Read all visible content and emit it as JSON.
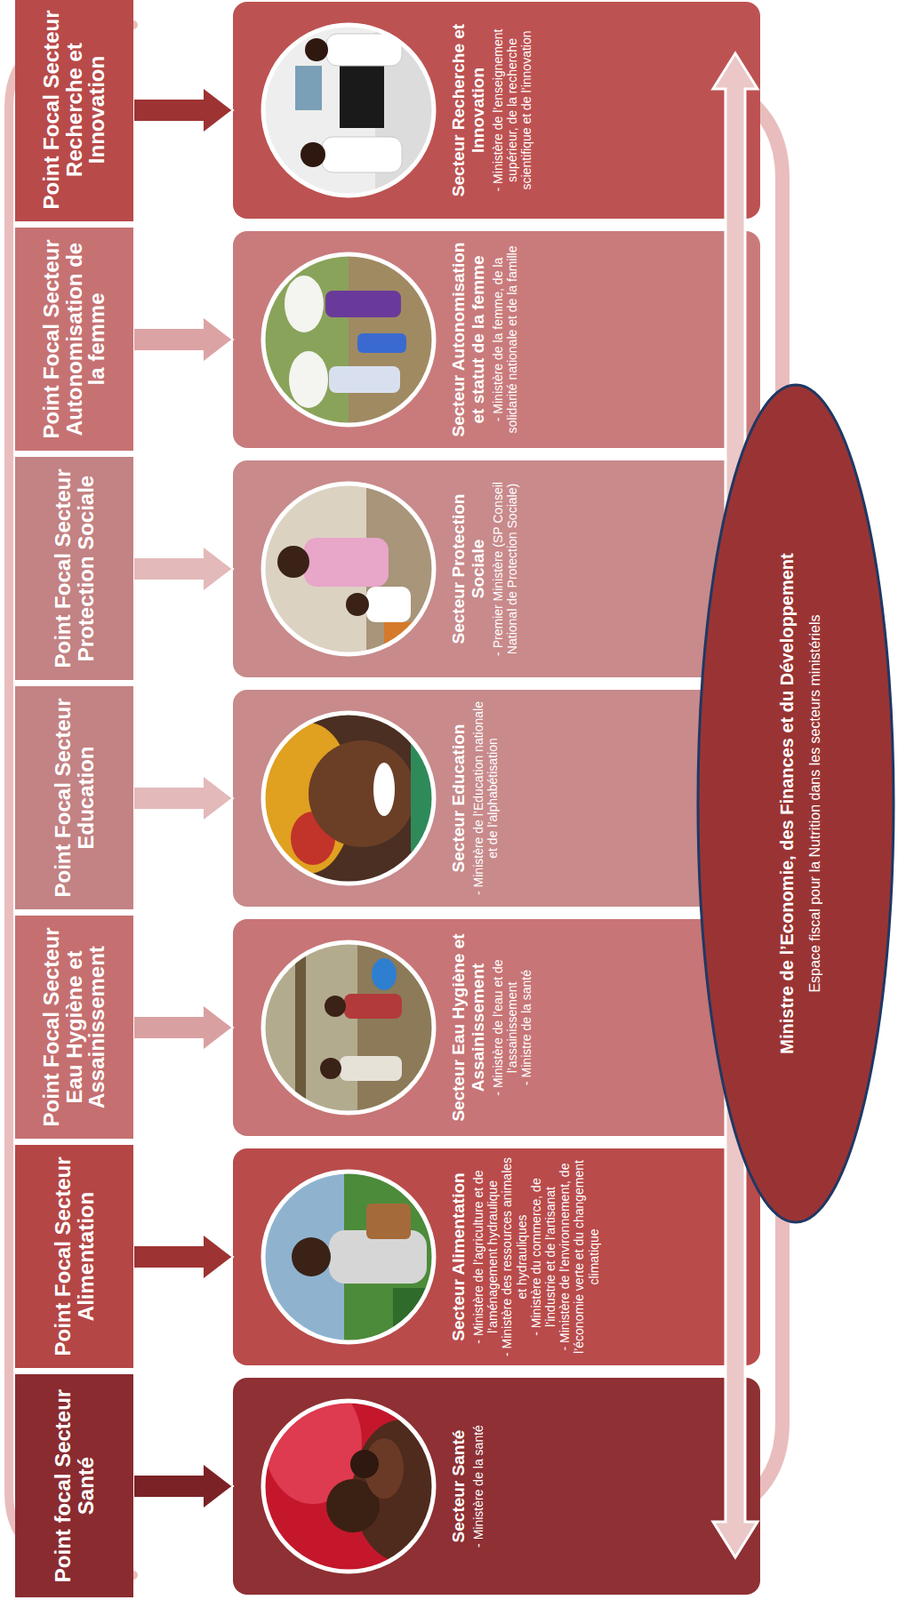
{
  "diagram": {
    "nodes": [
      {
        "text": [
          "Point focal Secteur Santé"
        ]
      },
      {
        "text": [
          "Point Focal Secteur Alimentation"
        ]
      },
      {
        "text": [
          "Point Focal Secteur Eau Hygiène et Assainissement"
        ]
      },
      {
        "text": [
          "Point Focal Secteur Education"
        ]
      },
      {
        "text": [
          "Point Focal Secteur Protection Sociale"
        ]
      },
      {
        "text": [
          "Point Focal Secteur Autonomisation de la femme"
        ]
      },
      {
        "text": [
          "Point Focal Secteur Recherche et Innovation"
        ]
      },
      {
        "text": [
          "Secteur Santé",
          "- Ministère de la santé"
        ]
      },
      {
        "text": [
          "Secteur Alimentation",
          "- Ministère de l’agriculture et de l’aménagement hydraulique",
          "- Ministère des ressources animales et hydrauliques",
          "- Ministère du commerce, de l’industrie et de l’artisanat",
          "- Ministère de l’environnement, de l’économie verte et du changement climatique"
        ]
      },
      {
        "text": [
          "Secteur Eau Hygiène et Assainissement",
          "- Ministère de l’eau et de l’assainissement",
          "- Ministre de la santé"
        ]
      },
      {
        "text": [
          "Secteur Education",
          "- Ministère de l’Education nationale et de l’alphabétisation"
        ]
      },
      {
        "text": [
          "Secteur Protection Sociale",
          "- Premier Ministère (SP Conseil National de Protection Sociale)"
        ]
      },
      {
        "text": [
          "Secteur Autonomisation et statut de la femme",
          "- Ministère de la femme, de la solidarité nationale et de la famille"
        ]
      },
      {
        "text": [
          "Secteur Recherche et Innovation",
          "- Ministère de l’enseignement supérieur, de la recherche scientifique et de l’innovation"
        ]
      },
      {
        "text": [
          "Ministre de l’Economie, des Finances et du Développement",
          "Espace fiscal pour la Nutrition dans les secteurs ministériels"
        ]
      }
    ],
    "edges": [
      {
        "from": 0,
        "to": 7,
        "arrow": "to"
      },
      {
        "from": 1,
        "to": 8,
        "arrow": "to"
      },
      {
        "from": 2,
        "to": 9,
        "arrow": "to"
      },
      {
        "from": 3,
        "to": 10,
        "arrow": "to"
      },
      {
        "from": 4,
        "to": 11,
        "arrow": "to"
      },
      {
        "from": 5,
        "to": 12,
        "arrow": "to"
      },
      {
        "from": 6,
        "to": 13,
        "arrow": "to"
      }
    ]
  }
}
